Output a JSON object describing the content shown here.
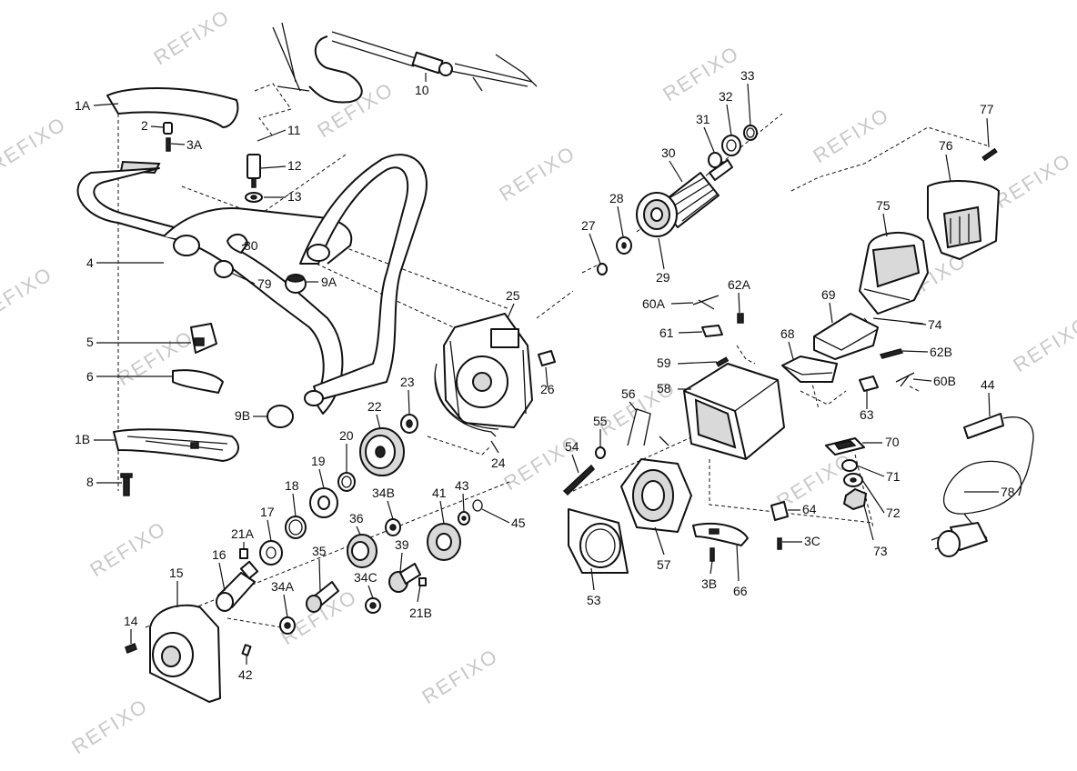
{
  "watermark": "REFIXO",
  "labels": [
    "1A",
    "2",
    "3A",
    "11",
    "12",
    "13",
    "10",
    "4",
    "80",
    "79",
    "9A",
    "5",
    "6",
    "9B",
    "1B",
    "8",
    "33",
    "32",
    "31",
    "30",
    "28",
    "27",
    "29",
    "77",
    "76",
    "75",
    "25",
    "62A",
    "60A",
    "61",
    "69",
    "74",
    "68",
    "62B",
    "59",
    "60B",
    "63",
    "58",
    "26",
    "23",
    "22",
    "20",
    "24",
    "56",
    "55",
    "54",
    "70",
    "71",
    "72",
    "73",
    "64",
    "3C",
    "44",
    "78",
    "19",
    "18",
    "17",
    "21A",
    "16",
    "15",
    "14",
    "42",
    "34A",
    "35",
    "36",
    "34B",
    "34C",
    "39",
    "41",
    "43",
    "45",
    "21B",
    "57",
    "53",
    "3B",
    "66"
  ]
}
